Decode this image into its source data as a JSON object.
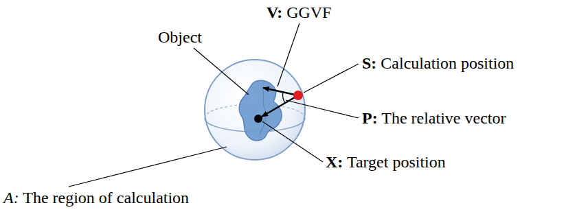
{
  "diagram": {
    "labels": [
      "V: GGVF",
      "Object",
      "S: Calculation position",
      "P: The relative vector",
      "X: Target position",
      "A: The region of calculation"
    ]
  }
}
